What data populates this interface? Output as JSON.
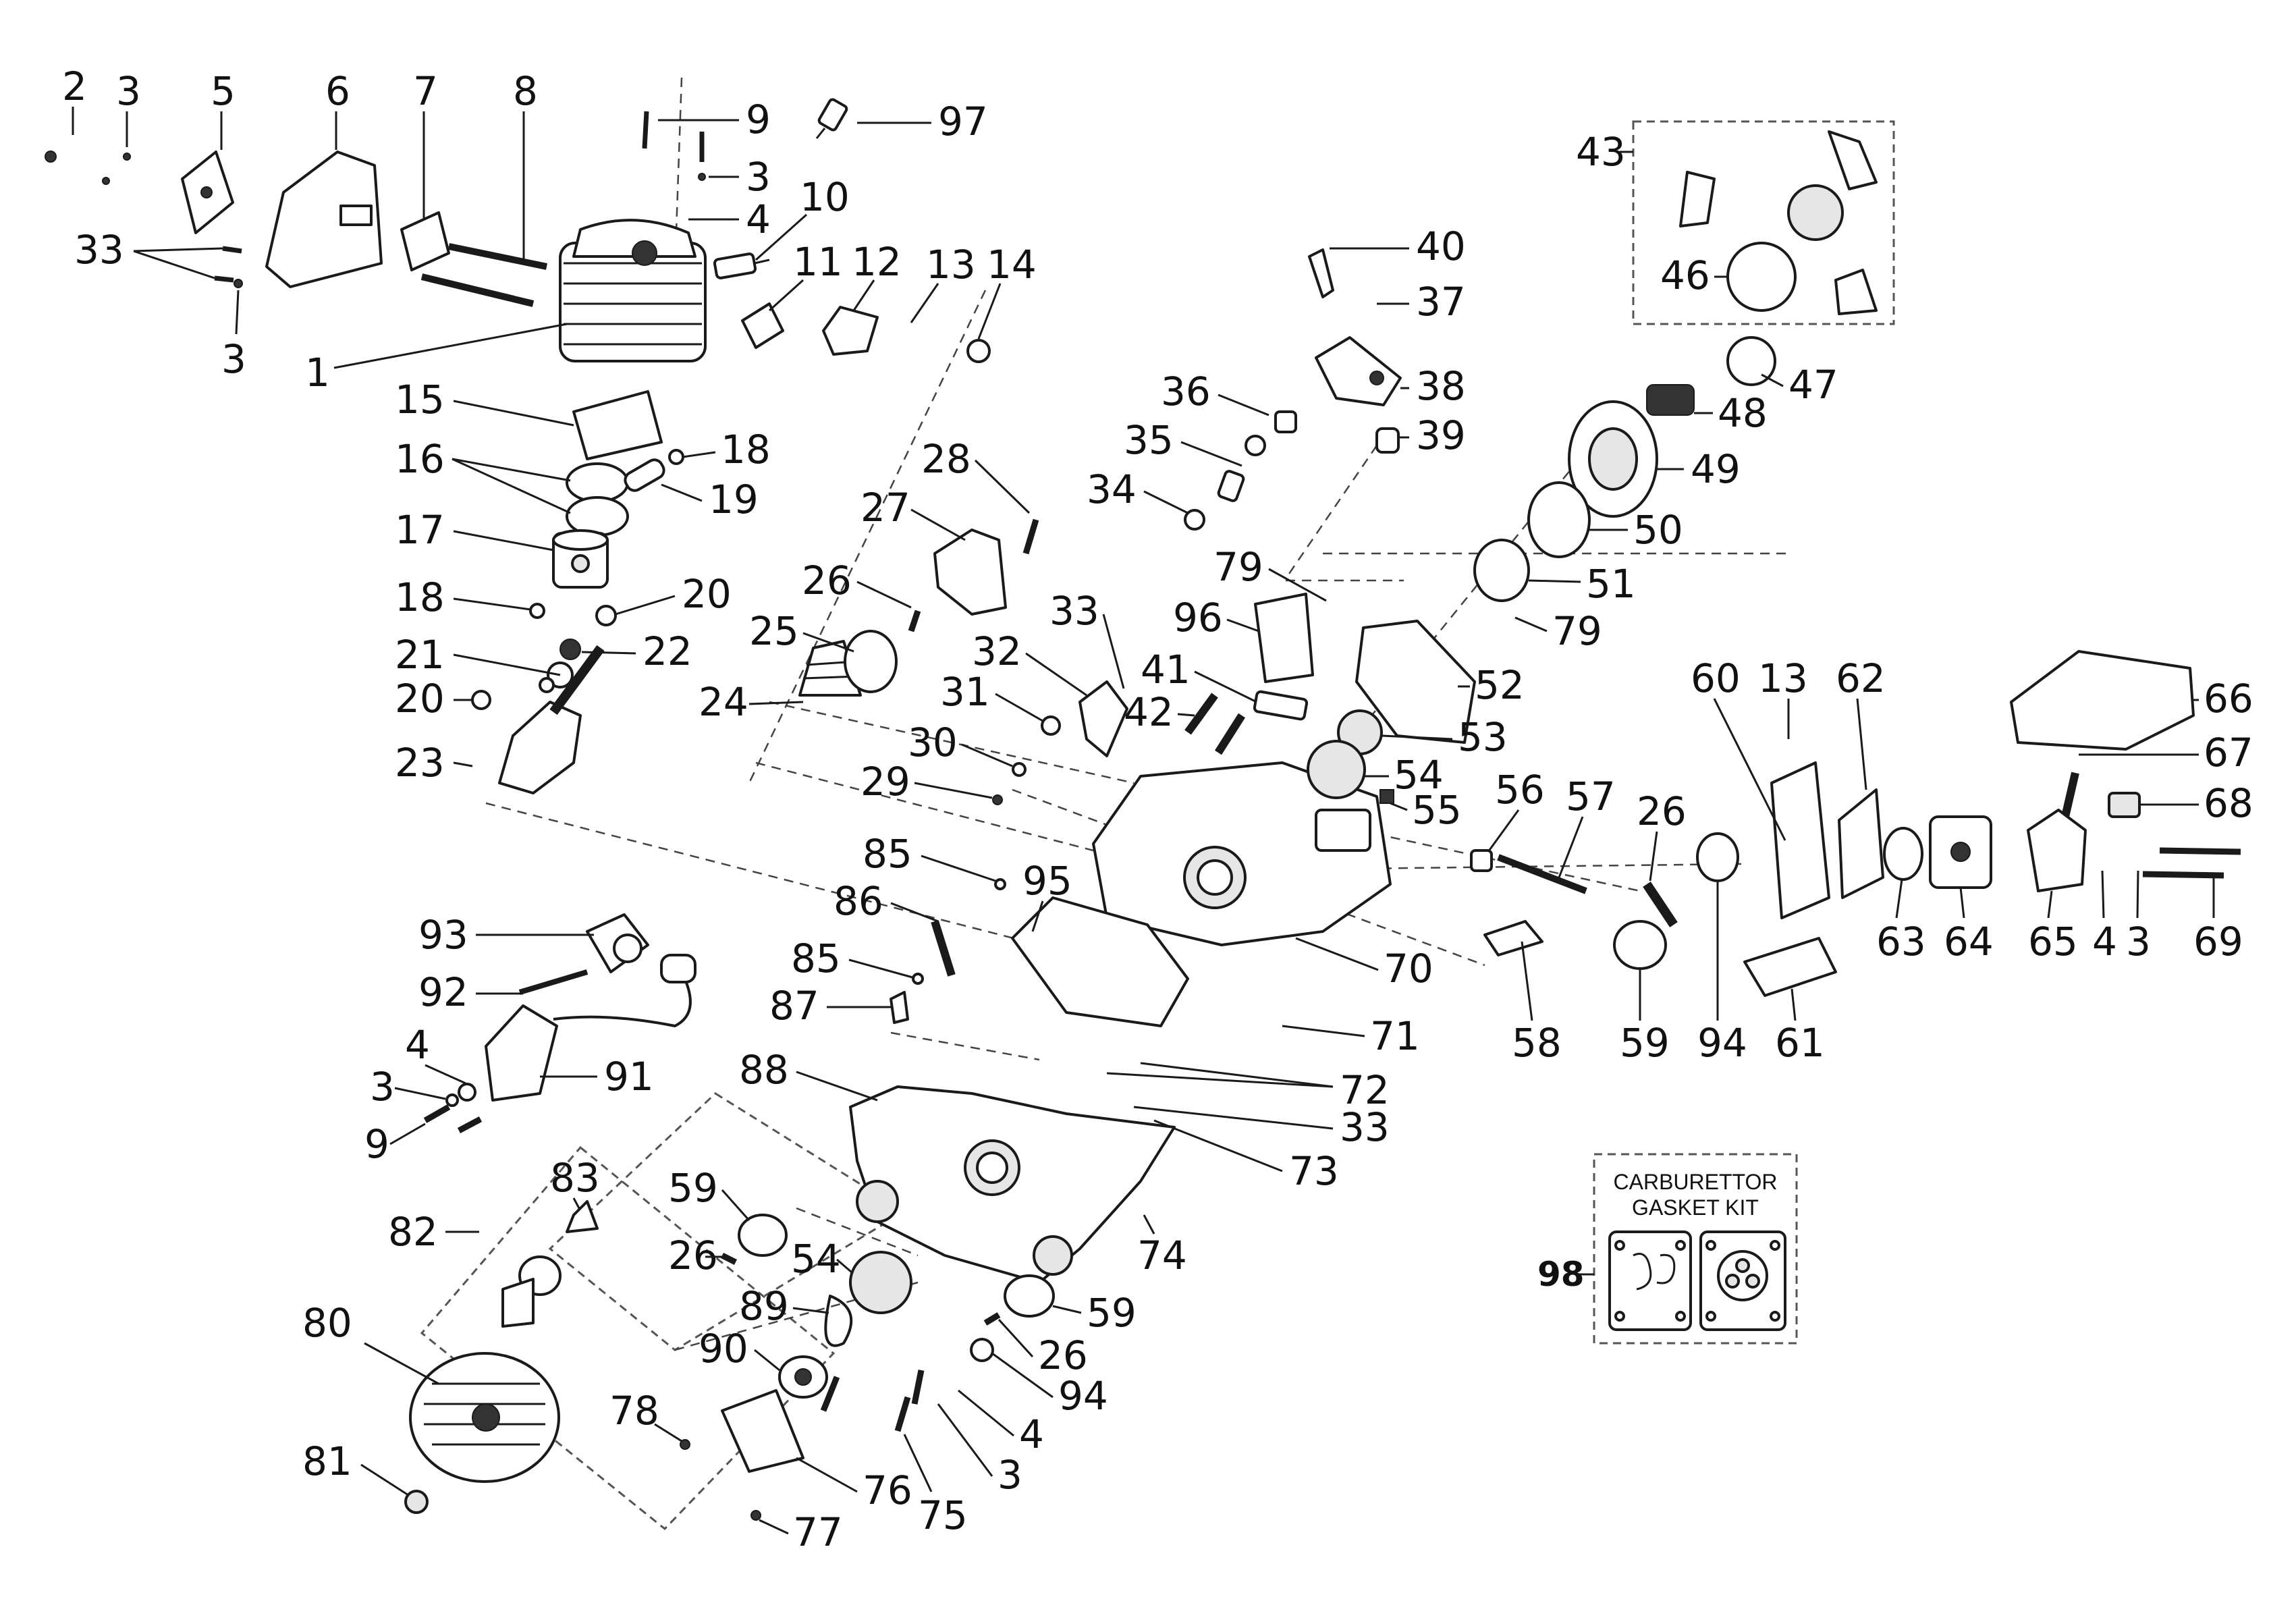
{
  "parts": {
    "p1": "1",
    "p2": "2",
    "p3": "3",
    "p4": "4",
    "p5": "5",
    "p6": "6",
    "p7": "7",
    "p8": "8",
    "p9": "9",
    "p10": "10",
    "p11": "11",
    "p12": "12",
    "p13": "13",
    "p14": "14",
    "p15": "15",
    "p16": "16",
    "p17": "17",
    "p18": "18",
    "p19": "19",
    "p20": "20",
    "p21": "21",
    "p22": "22",
    "p23": "23",
    "p24": "24",
    "p25": "25",
    "p26": "26",
    "p27": "27",
    "p28": "28",
    "p29": "29",
    "p30": "30",
    "p31": "31",
    "p32": "32",
    "p33": "33",
    "p34": "34",
    "p35": "35",
    "p36": "36",
    "p37": "37",
    "p38": "38",
    "p39": "39",
    "p40": "40",
    "p41": "41",
    "p42": "42",
    "p43": "43",
    "p46": "46",
    "p47": "47",
    "p48": "48",
    "p49": "49",
    "p50": "50",
    "p51": "51",
    "p52": "52",
    "p53": "53",
    "p54": "54",
    "p55": "55",
    "p56": "56",
    "p57": "57",
    "p58": "58",
    "p59": "59",
    "p60": "60",
    "p61": "61",
    "p62": "62",
    "p63": "63",
    "p64": "64",
    "p65": "65",
    "p66": "66",
    "p67": "67",
    "p68": "68",
    "p69": "69",
    "p70": "70",
    "p71": "71",
    "p72": "72",
    "p73": "73",
    "p74": "74",
    "p75": "75",
    "p76": "76",
    "p77": "77",
    "p78": "78",
    "p79": "79",
    "p80": "80",
    "p81": "81",
    "p82": "82",
    "p83": "83",
    "p85": "85",
    "p86": "86",
    "p87": "87",
    "p88": "88",
    "p89": "89",
    "p90": "90",
    "p91": "91",
    "p92": "92",
    "p93": "93",
    "p94": "94",
    "p95": "95",
    "p96": "96",
    "p97": "97",
    "p98": "98"
  },
  "kit": {
    "line1": "CARBURETTOR",
    "line2": "GASKET KIT"
  }
}
